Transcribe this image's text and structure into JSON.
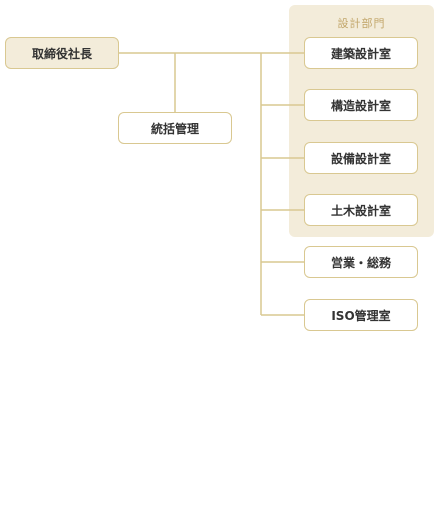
{
  "org_chart": {
    "ceo": {
      "label": "取締役社長"
    },
    "management": {
      "label": "統括管理"
    },
    "design_group": {
      "title": "設計部門",
      "departments": [
        {
          "label": "建築設計室"
        },
        {
          "label": "構造設計室"
        },
        {
          "label": "設備設計室"
        },
        {
          "label": "土木設計室"
        }
      ]
    },
    "other_departments": [
      {
        "label": "営業・総務"
      },
      {
        "label": "ISO管理室"
      }
    ]
  },
  "colors": {
    "line": "#d9c891",
    "panel": "#f3ecda",
    "group_title": "#c2a66a",
    "node_border": "#d9c891"
  }
}
